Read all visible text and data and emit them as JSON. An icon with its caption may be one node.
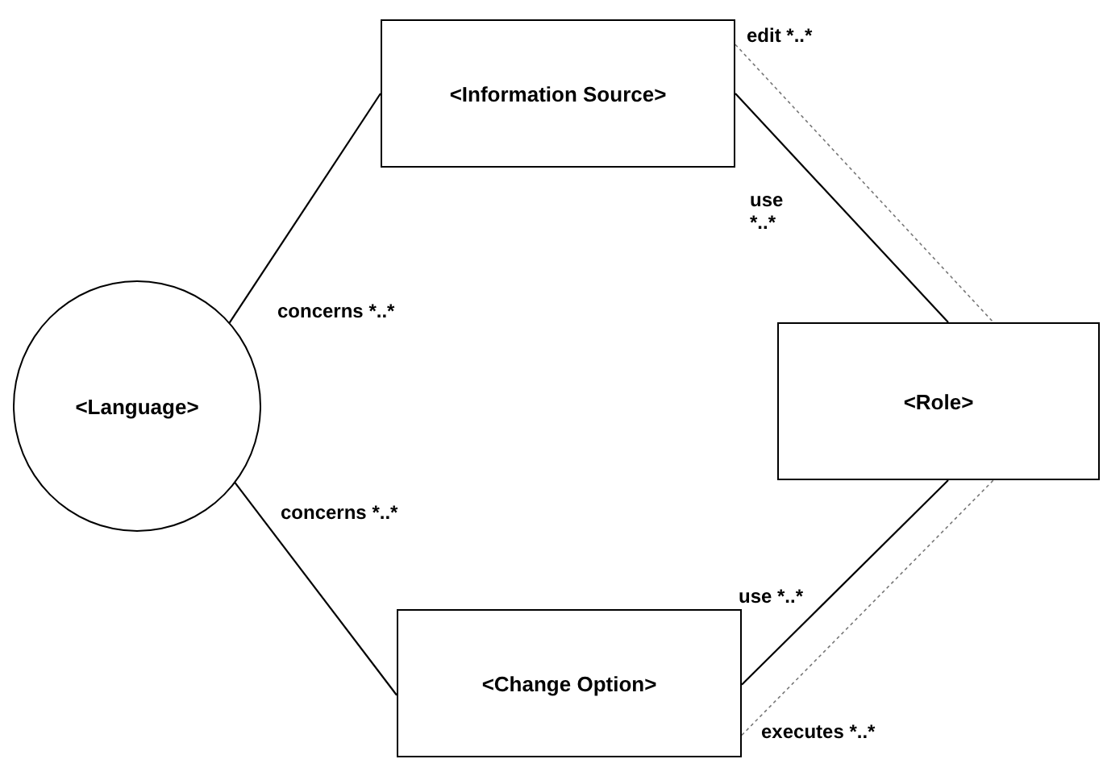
{
  "diagram": {
    "nodes": [
      {
        "text": [
          "<Information Source>"
        ]
      },
      {
        "text": [
          "<Language>"
        ]
      },
      {
        "text": [
          "<Role>"
        ]
      },
      {
        "text": [
          "<Change Option>"
        ]
      }
    ],
    "edges": [
      {
        "from": 1,
        "to": 0,
        "arrow": "none",
        "label": "concerns *..*"
      },
      {
        "from": 1,
        "to": 3,
        "arrow": "none",
        "label": "concerns *..*"
      },
      {
        "from": 0,
        "to": 2,
        "arrow": "none",
        "label": "use *..*"
      },
      {
        "from": 0,
        "to": 2,
        "arrow": "none",
        "label": "edit *..*",
        "style": "dashed",
        "color": "#777777"
      },
      {
        "from": 2,
        "to": 3,
        "arrow": "none",
        "label": "use *..*"
      },
      {
        "from": 3,
        "to": 2,
        "arrow": "none",
        "label": "executes *..*",
        "style": "dashed",
        "color": "#777777"
      }
    ]
  }
}
